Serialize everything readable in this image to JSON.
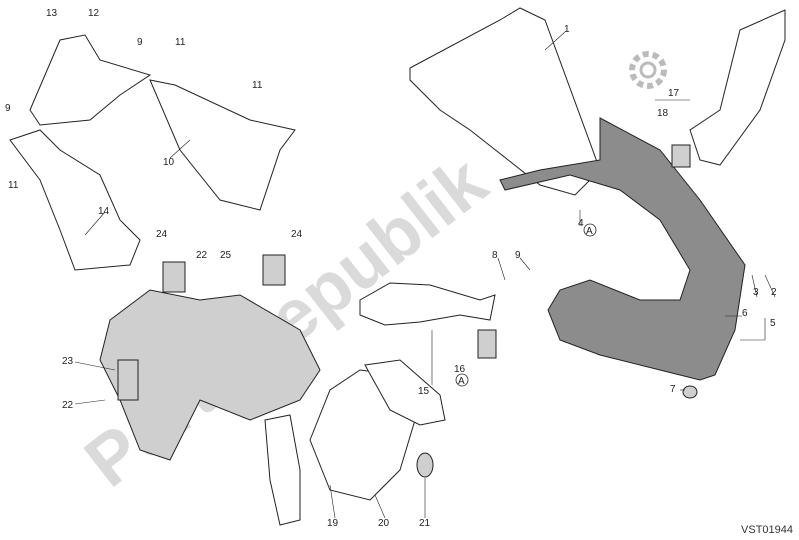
{
  "diagram": {
    "watermark": "PartsRepublik",
    "drawing_code": "VST01944",
    "callouts": [
      "1",
      "2",
      "3",
      "4",
      "5",
      "6",
      "7",
      "8",
      "9",
      "10",
      "11",
      "12",
      "13",
      "14",
      "15",
      "16",
      "17",
      "18",
      "19",
      "20",
      "21",
      "22",
      "23",
      "24",
      "25",
      "A"
    ]
  },
  "colors": {
    "fairing": "#8c8c8c",
    "line": "#222222"
  }
}
